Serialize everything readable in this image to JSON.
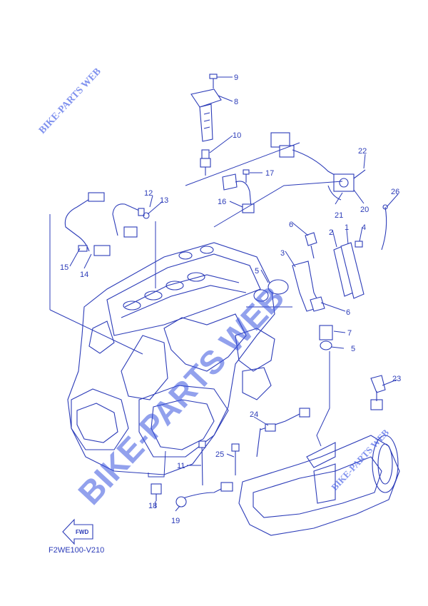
{
  "diagram": {
    "code": "F2WE100-V210",
    "forward_marker": "FWD",
    "watermarks": {
      "main": "BIKE-PARTS WEB",
      "small": "BIKE-PARTS WEB",
      "main_alt": "BIKE-PARTS"
    },
    "callouts": [
      {
        "id": "c1",
        "text": "1"
      },
      {
        "id": "c2",
        "text": "2"
      },
      {
        "id": "c3",
        "text": "3"
      },
      {
        "id": "c4",
        "text": "4"
      },
      {
        "id": "c5a",
        "text": "5"
      },
      {
        "id": "c5b",
        "text": "5"
      },
      {
        "id": "c6a",
        "text": "6"
      },
      {
        "id": "c6b",
        "text": "6"
      },
      {
        "id": "c7",
        "text": "7"
      },
      {
        "id": "c8",
        "text": "8"
      },
      {
        "id": "c9",
        "text": "9"
      },
      {
        "id": "c10",
        "text": "10"
      },
      {
        "id": "c11",
        "text": "11"
      },
      {
        "id": "c12",
        "text": "12"
      },
      {
        "id": "c13",
        "text": "13"
      },
      {
        "id": "c14",
        "text": "14"
      },
      {
        "id": "c15",
        "text": "15"
      },
      {
        "id": "c16",
        "text": "16"
      },
      {
        "id": "c17",
        "text": "17"
      },
      {
        "id": "c18",
        "text": "18"
      },
      {
        "id": "c19",
        "text": "19"
      },
      {
        "id": "c20",
        "text": "20"
      },
      {
        "id": "c21",
        "text": "21"
      },
      {
        "id": "c22",
        "text": "22"
      },
      {
        "id": "c23",
        "text": "23"
      },
      {
        "id": "c24",
        "text": "24"
      },
      {
        "id": "c25",
        "text": "25"
      },
      {
        "id": "c26",
        "text": "26"
      }
    ]
  }
}
